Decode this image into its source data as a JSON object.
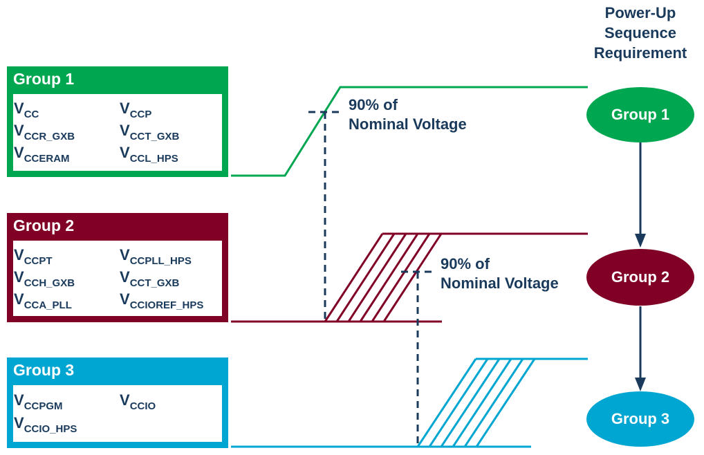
{
  "colors": {
    "group1": "#00a650",
    "group2": "#800026",
    "group3": "#00a6d2",
    "text": "#1a3a5c",
    "dashed": "#1a3a5c"
  },
  "header": {
    "line1": "Power-Up",
    "line2": "Sequence",
    "line3": "Requirement"
  },
  "groups": [
    {
      "title": "Group 1",
      "rails": [
        {
          "main": "V",
          "sub": "CC"
        },
        {
          "main": "V",
          "sub": "CCP"
        },
        {
          "main": "V",
          "sub": "CCR_GXB"
        },
        {
          "main": "V",
          "sub": "CCT_GXB"
        },
        {
          "main": "V",
          "sub": "CCERAM"
        },
        {
          "main": "V",
          "sub": "CCL_HPS"
        }
      ]
    },
    {
      "title": "Group 2",
      "rails": [
        {
          "main": "V",
          "sub": "CCPT"
        },
        {
          "main": "V",
          "sub": "CCPLL_HPS"
        },
        {
          "main": "V",
          "sub": "CCH_GXB"
        },
        {
          "main": "V",
          "sub": "CCT_GXB"
        },
        {
          "main": "V",
          "sub": "CCA_PLL"
        },
        {
          "main": "V",
          "sub": "CCIOREF_HPS"
        }
      ]
    },
    {
      "title": "Group 3",
      "rails": [
        {
          "main": "V",
          "sub": "CCPGM"
        },
        {
          "main": "V",
          "sub": "CCIO"
        },
        {
          "main": "V",
          "sub": "CCIO_HPS"
        }
      ]
    }
  ],
  "annotations": [
    {
      "line1": "90% of",
      "line2": "Nominal Voltage"
    },
    {
      "line1": "90% of",
      "line2": "Nominal Voltage"
    }
  ],
  "sequence": [
    {
      "label": "Group 1"
    },
    {
      "label": "Group 2"
    },
    {
      "label": "Group 3"
    }
  ]
}
